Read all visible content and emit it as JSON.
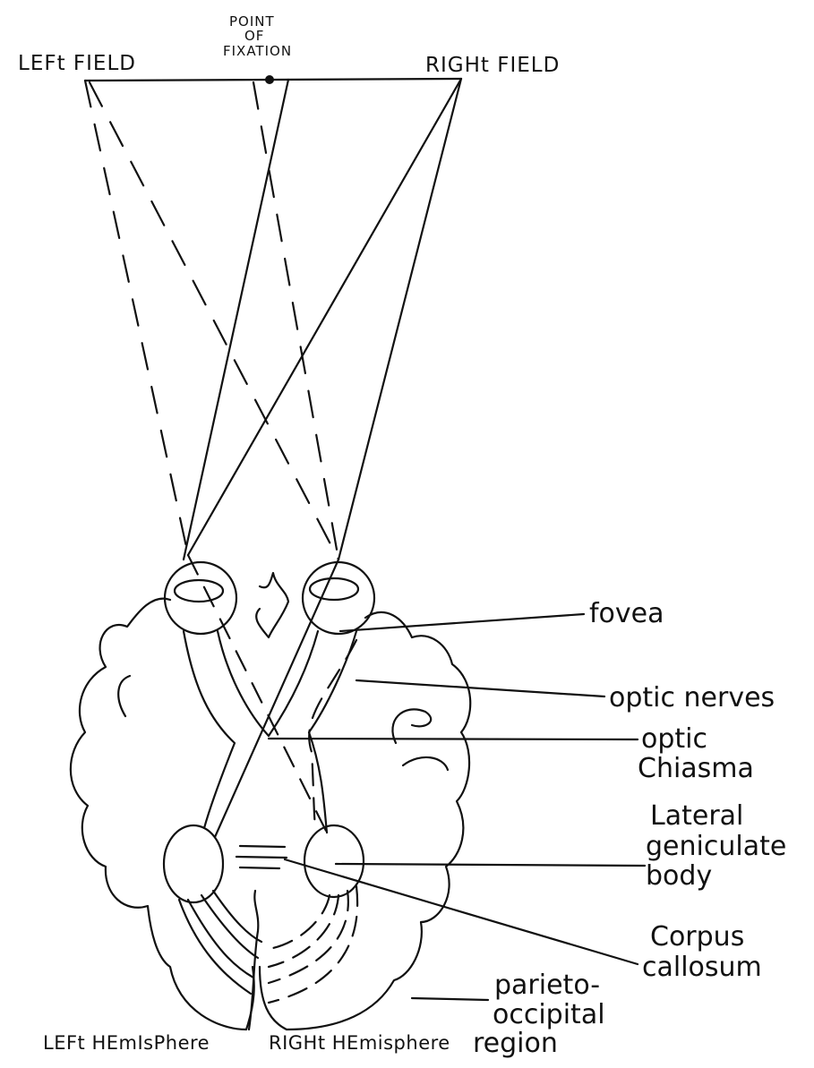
{
  "diagram": {
    "labels": {
      "left_field": "LEFt FIELD",
      "point_of_fixation_1": "POINT",
      "point_of_fixation_2": "OF",
      "point_of_fixation_3": "FIXATION",
      "right_field": "RIGHt FIELD",
      "fovea": "fovea",
      "optic_nerves": "optic nerves",
      "optic_chiasma_1": "optic",
      "optic_chiasma_2": "Chiasma",
      "lgb_1": "Lateral",
      "lgb_2": "geniculate",
      "lgb_3": "body",
      "corpus_1": "Corpus",
      "corpus_2": "callosum",
      "parieto_1": "parieto-",
      "parieto_2": "occipital",
      "parieto_3": "region",
      "left_hemisphere": "LEFt HEmIsPhere",
      "right_hemisphere": "RIGHt HEmisphere"
    },
    "colors": {
      "ink": "#111111",
      "background": "#ffffff"
    }
  }
}
